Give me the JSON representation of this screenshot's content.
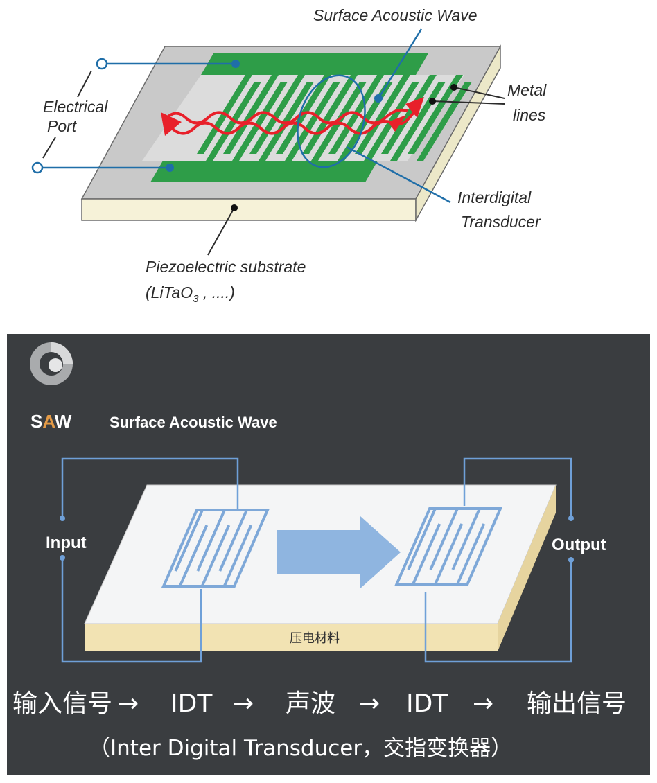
{
  "top_diagram": {
    "labels": {
      "surface_acoustic_wave": "Surface Acoustic Wave",
      "electrical_port_line1": "Electrical",
      "electrical_port_line2": "Port",
      "metal_lines_line1": "Metal",
      "metal_lines_line2": "lines",
      "idt_line1": "Interdigital",
      "idt_line2": "Transducer",
      "substrate_line1": "Piezoelectric substrate",
      "substrate_line2_prefix": "(LiTaO",
      "substrate_line2_sub": "3",
      "substrate_line2_suffix": " , ....)"
    },
    "colors": {
      "substrate_top": "#c9c9c9",
      "substrate_side": "#f6f2d8",
      "electrode": "#2e9d48",
      "wave": "#e8202a",
      "callout": "#1f6ea8"
    }
  },
  "bottom_slide": {
    "logo_text_s": "S",
    "logo_text_a": "A",
    "logo_text_w": "W",
    "subtitle": "Surface Acoustic Wave",
    "input_label": "Input",
    "output_label": "Output",
    "substrate_label": "压电材料",
    "flow": [
      "输入信号",
      "IDT",
      "声波",
      "IDT",
      "输出信号"
    ],
    "flow_arrow": "→",
    "footnote": "（Inter Digital Transducer，交指变换器）",
    "colors": {
      "background": "#3a3d40",
      "board_top": "#f4f5f6",
      "board_side": "#f2e3b3",
      "idt_line": "#7ea8d8",
      "wire": "#6fa0d8",
      "arrow": "#8fb5e0"
    }
  }
}
